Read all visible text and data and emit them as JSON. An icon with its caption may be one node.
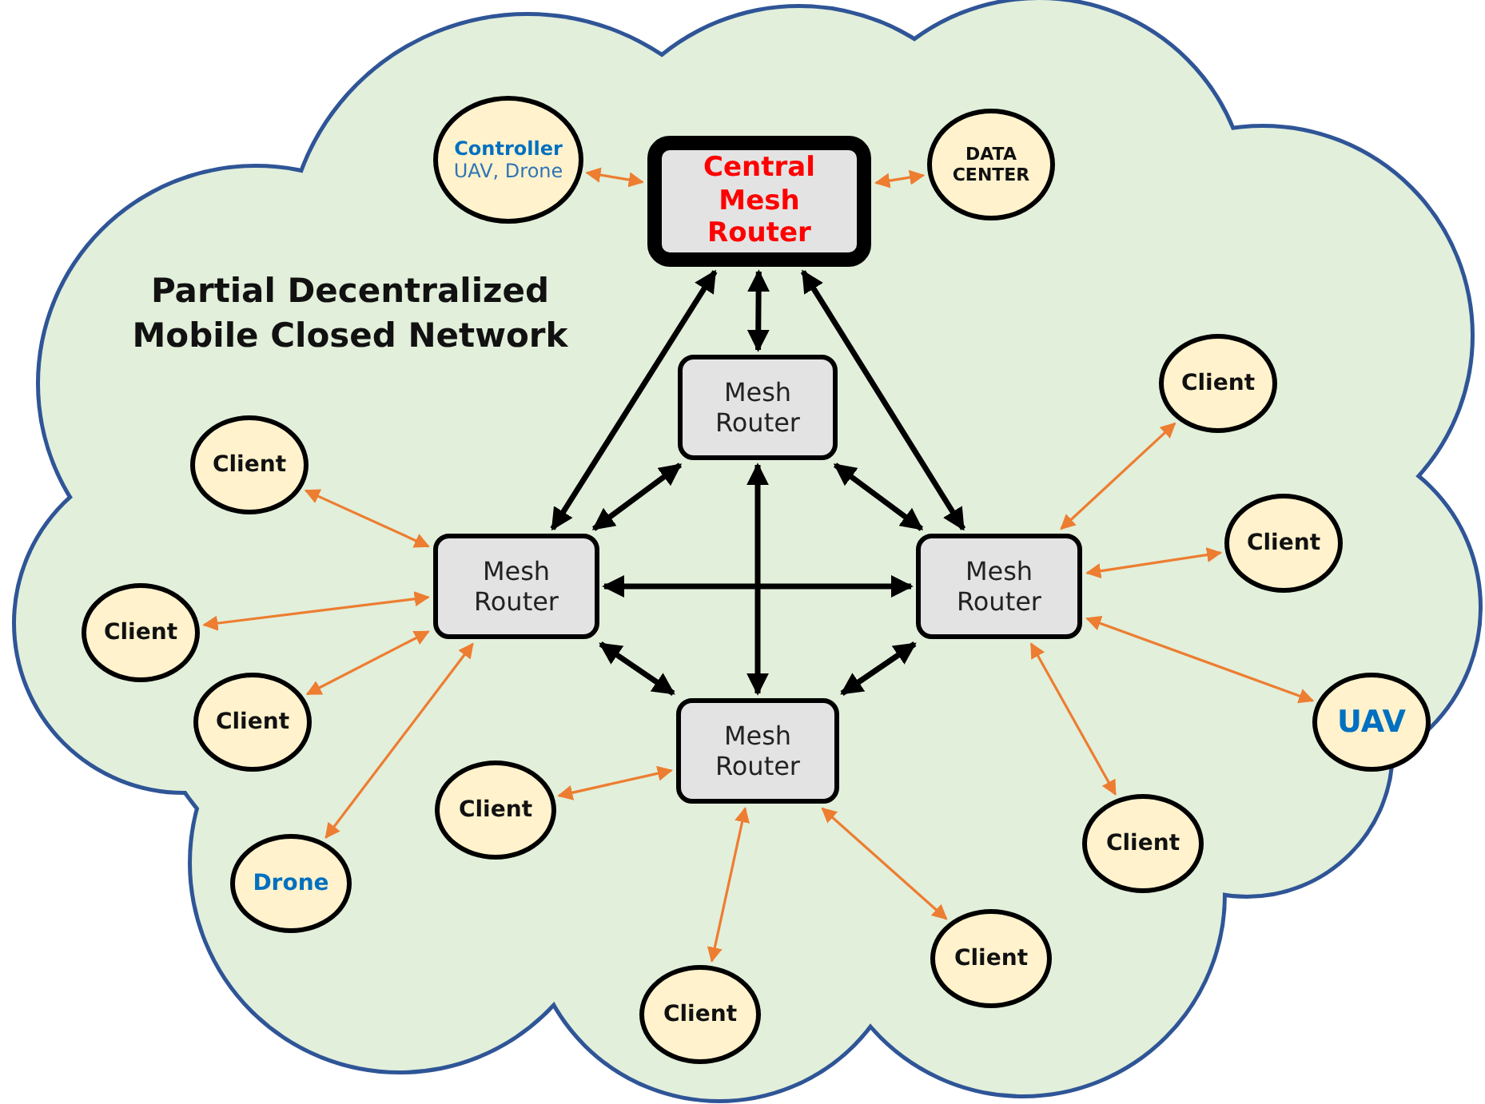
{
  "diagram": {
    "nodes": [
      {
        "text": [
          "Partial Decentralized Mobile Closed Network"
        ]
      },
      {
        "text": [
          "Controller",
          "UAV, Drone"
        ],
        "in": 0
      },
      {
        "text": [
          "Central Mesh Router"
        ],
        "in": 0
      },
      {
        "text": [
          "DATA CENTER"
        ],
        "in": 0
      },
      {
        "text": [
          "Mesh Router"
        ],
        "in": 0
      },
      {
        "text": [
          "Client"
        ],
        "in": 0
      },
      {
        "text": [
          "Mesh Router"
        ],
        "in": 0
      },
      {
        "text": [
          "Mesh Router"
        ],
        "in": 0
      },
      {
        "text": [
          "Client"
        ],
        "in": 0
      },
      {
        "text": [
          "Client"
        ],
        "in": 0
      },
      {
        "text": [
          "Client"
        ],
        "in": 0
      },
      {
        "text": [
          "Client"
        ],
        "in": 0
      },
      {
        "text": [
          "UAV"
        ],
        "in": 0
      },
      {
        "text": [
          "Mesh Router"
        ],
        "in": 0
      },
      {
        "text": [
          "Client"
        ],
        "in": 0
      },
      {
        "text": [
          "Client"
        ],
        "in": 0
      },
      {
        "text": [
          "Drone"
        ],
        "in": 0
      },
      {
        "text": [
          "Client"
        ],
        "in": 0
      },
      {
        "text": [
          "Client"
        ],
        "in": 0
      }
    ],
    "edges": [
      {
        "from": 1,
        "to": 2,
        "arrow": "both"
      },
      {
        "from": 2,
        "to": 3,
        "arrow": "both"
      },
      {
        "from": 2,
        "to": 4,
        "arrow": "both",
        "style": "thick",
        "color": "#000000"
      },
      {
        "from": 2,
        "to": 6,
        "arrow": "both",
        "style": "thick",
        "color": "#000000"
      },
      {
        "from": 2,
        "to": 7,
        "arrow": "both",
        "style": "thick",
        "color": "#000000"
      },
      {
        "from": 4,
        "to": 6,
        "arrow": "both",
        "style": "thick",
        "color": "#000000"
      },
      {
        "from": 4,
        "to": 7,
        "arrow": "both",
        "style": "thick",
        "color": "#000000"
      },
      {
        "from": 4,
        "to": 13,
        "arrow": "both",
        "style": "thick",
        "color": "#000000"
      },
      {
        "from": 6,
        "to": 7,
        "arrow": "both",
        "style": "thick",
        "color": "#000000"
      },
      {
        "from": 6,
        "to": 13,
        "arrow": "both",
        "style": "thick",
        "color": "#000000"
      },
      {
        "from": 7,
        "to": 13,
        "arrow": "both",
        "style": "thick",
        "color": "#000000"
      },
      {
        "from": 5,
        "to": 6,
        "arrow": "both"
      },
      {
        "from": 10,
        "to": 6,
        "arrow": "both"
      },
      {
        "from": 11,
        "to": 6,
        "arrow": "both"
      },
      {
        "from": 16,
        "to": 6,
        "arrow": "both"
      },
      {
        "from": 8,
        "to": 7,
        "arrow": "both"
      },
      {
        "from": 9,
        "to": 7,
        "arrow": "both"
      },
      {
        "from": 12,
        "to": 7,
        "arrow": "both"
      },
      {
        "from": 15,
        "to": 7,
        "arrow": "both"
      },
      {
        "from": 14,
        "to": 13,
        "arrow": "both"
      },
      {
        "from": 18,
        "to": 13,
        "arrow": "both"
      },
      {
        "from": 17,
        "to": 13,
        "arrow": "both"
      }
    ]
  }
}
